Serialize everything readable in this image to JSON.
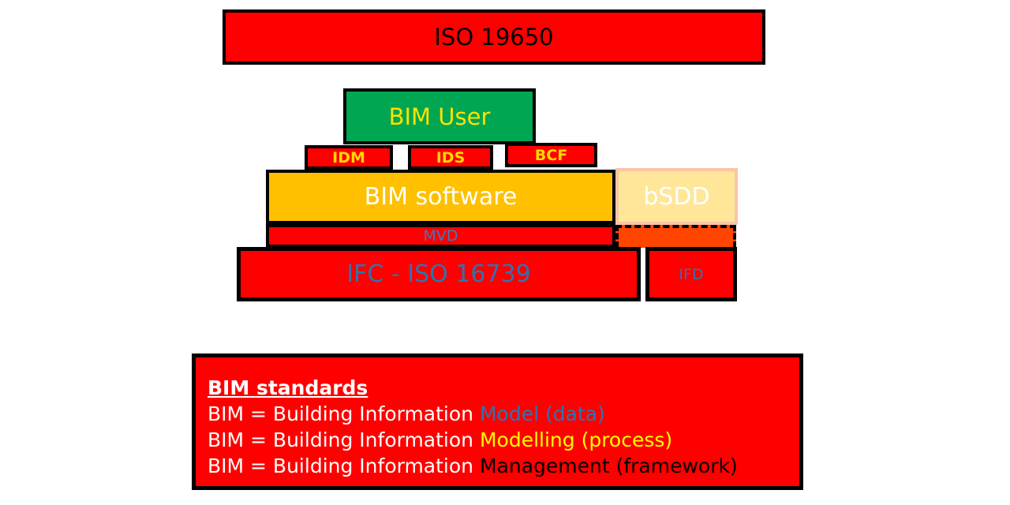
{
  "diagram": {
    "iso_bar": {
      "label": "ISO 19650"
    },
    "bim_user": {
      "label": "BIM User"
    },
    "idm": {
      "label": "IDM"
    },
    "ids": {
      "label": "IDS"
    },
    "bcf": {
      "label": "BCF"
    },
    "bim_software": {
      "label": "BIM software"
    },
    "bsdd": {
      "label": "bSDD"
    },
    "mvd": {
      "label": "MVD"
    },
    "ifc": {
      "label": "IFC - ISO 16739"
    },
    "ifd": {
      "label": "IFD"
    }
  },
  "legend": {
    "title": "BIM standards",
    "rows": [
      {
        "prefix": "BIM = Building Information ",
        "term": "Model (data)",
        "term_color": "#2e74b0"
      },
      {
        "prefix": "BIM = Building Information ",
        "term": "Modelling (process)",
        "term_color": "#ffff00"
      },
      {
        "prefix": "BIM = Building Information ",
        "term": "Management (framework)",
        "term_color": "#000000"
      }
    ]
  },
  "colors": {
    "red": "#ff0000",
    "green": "#00a651",
    "amber": "#ffc000",
    "pale_yellow": "#ffe699",
    "salmon_border": "#fbc5a3",
    "orange_red": "#ff4500",
    "blue_text": "#2e74b0",
    "yellow_text": "#ffe100",
    "black": "#000000",
    "white": "#ffffff"
  }
}
